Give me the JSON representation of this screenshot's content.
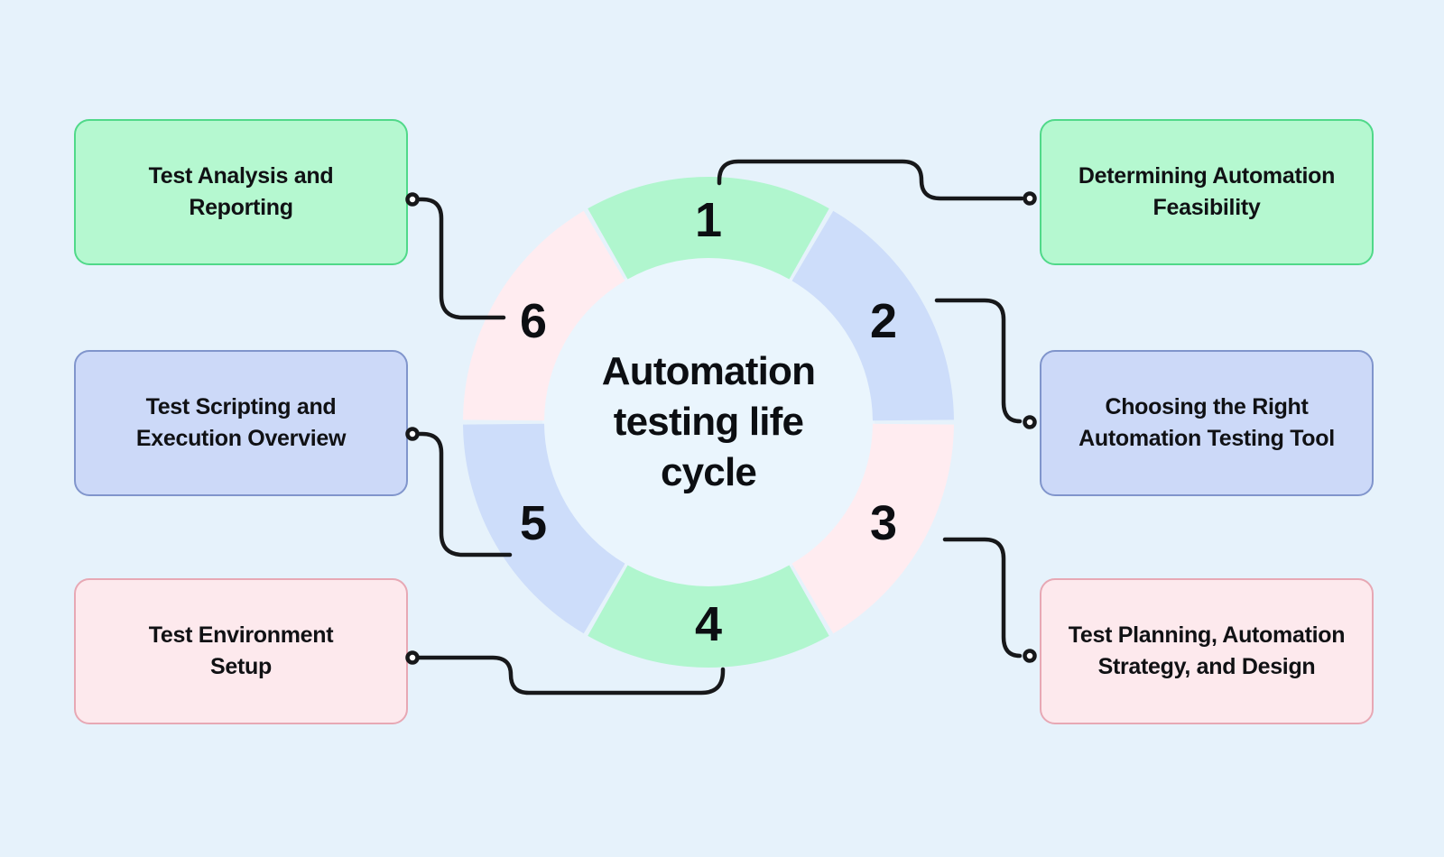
{
  "title": {
    "full": "Automation testing life cycle",
    "lines": [
      "Automation",
      "testing life",
      "cycle"
    ]
  },
  "palette": {
    "background": "#e6f2fb",
    "inner_circle": "#eaf5fd",
    "connector_line": "#17181a",
    "text": "#101114",
    "green": {
      "fill": "#b5f8d0",
      "border": "#50d989",
      "segment": "#b0f6ce"
    },
    "lavender": {
      "fill": "#ccd9f8",
      "border": "#8095cc",
      "segment": "#cdddfa"
    },
    "pink": {
      "fill": "#fde9ed",
      "border": "#e7a8b4",
      "segment": "#ffecf0"
    }
  },
  "wheel": {
    "segments": [
      {
        "number": "1",
        "color": "green"
      },
      {
        "number": "2",
        "color": "lavender"
      },
      {
        "number": "3",
        "color": "pink"
      },
      {
        "number": "4",
        "color": "green"
      },
      {
        "number": "5",
        "color": "lavender"
      },
      {
        "number": "6",
        "color": "pink"
      }
    ]
  },
  "boxes": [
    {
      "id": "test-analysis-and-reporting",
      "step": "6",
      "color": "green",
      "lines": [
        "Test Analysis and",
        "Reporting"
      ]
    },
    {
      "id": "test-scripting-and-execution-overview",
      "step": "5",
      "color": "lavender",
      "lines": [
        "Test Scripting and",
        "Execution Overview"
      ]
    },
    {
      "id": "test-environment-setup",
      "step": "4",
      "color": "pink",
      "lines": [
        "Test Environment",
        "Setup"
      ]
    },
    {
      "id": "determining-automation-feasibility",
      "step": "1",
      "color": "green",
      "lines": [
        "Determining Automation",
        "Feasibility"
      ]
    },
    {
      "id": "choosing-the-right-automation-testing-tool",
      "step": "2",
      "color": "lavender",
      "lines": [
        "Choosing the Right",
        "Automation Testing Tool"
      ]
    },
    {
      "id": "test-planning-automation-strategy-and-design",
      "step": "3",
      "color": "pink",
      "lines": [
        "Test Planning, Automation",
        "Strategy, and Design"
      ]
    }
  ]
}
